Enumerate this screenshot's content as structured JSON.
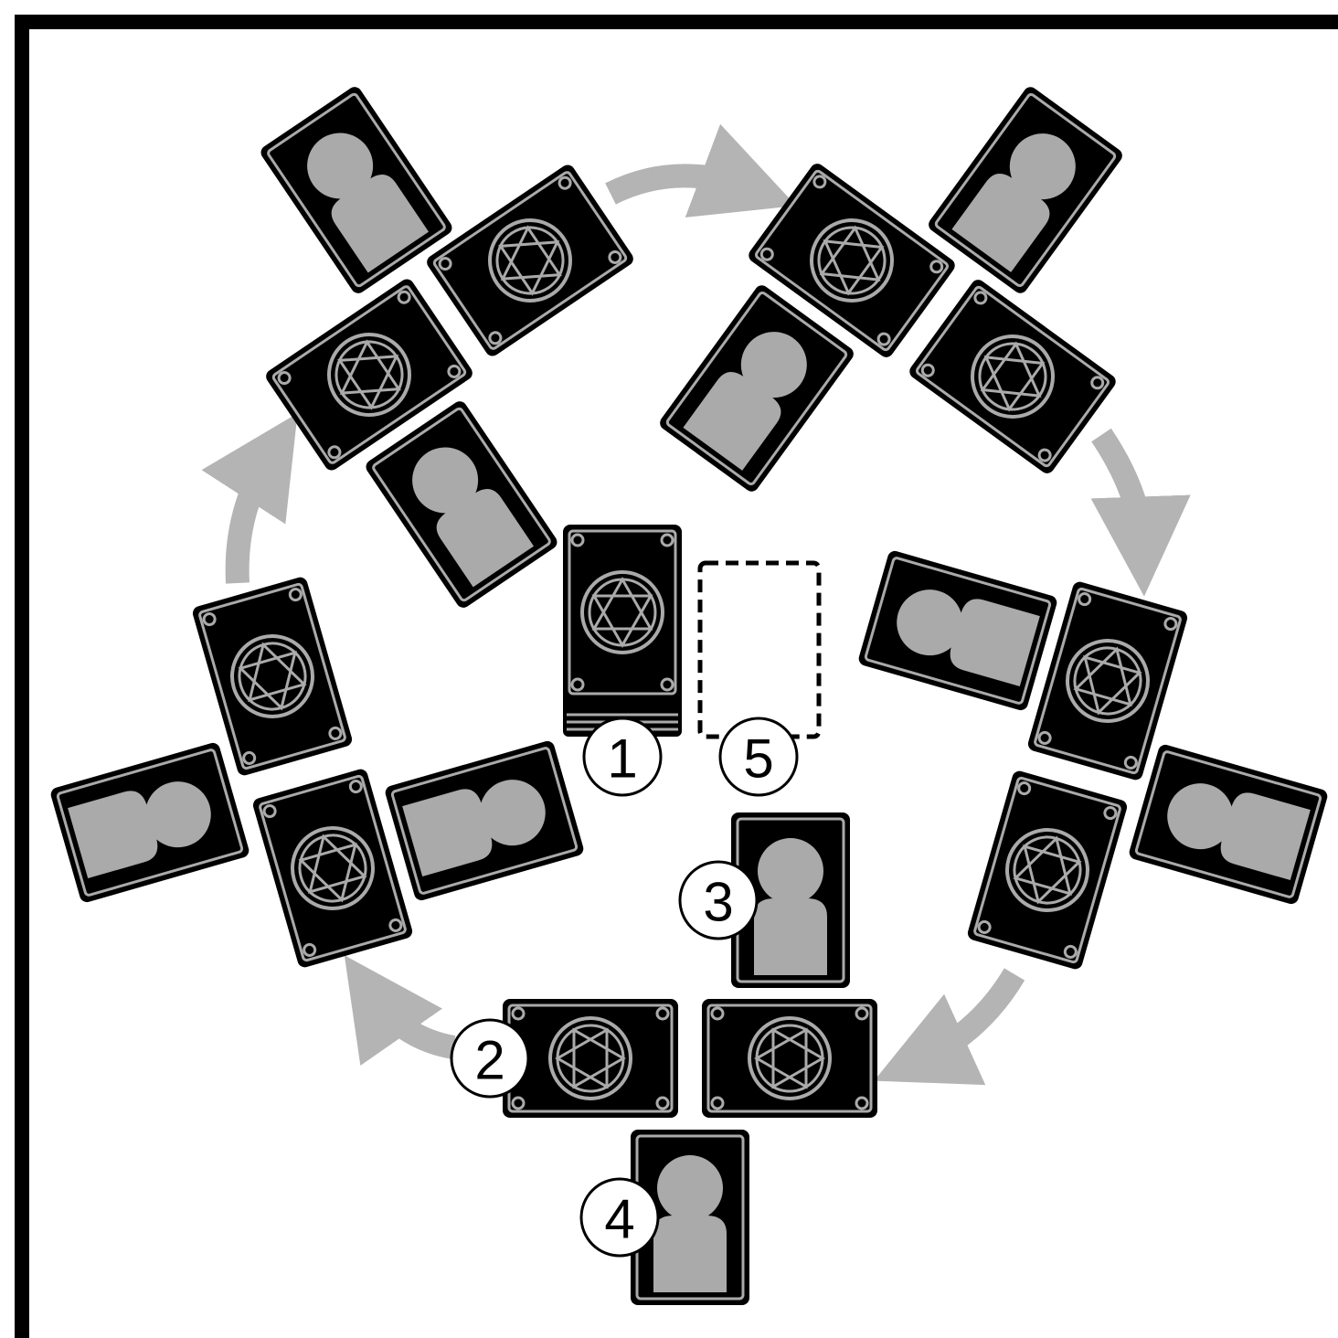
{
  "colors": {
    "background": "#ffffff",
    "frame": "#000000",
    "card_body": "#000000",
    "card_trim": "#aaaaaa",
    "arrow": "#b4b4b4",
    "label_fill": "#ffffff"
  },
  "board": {
    "description_icons": {
      "card_back": "hexagram-card-back-icon",
      "card_face": "person-silhouette-icon",
      "arrow": "clockwise-arrow-icon"
    },
    "labels": {
      "deck": "1",
      "own_hand": "2",
      "open_card_a": "3",
      "open_card_b": "4",
      "discard_slot": "5"
    },
    "player_count": 5,
    "cards_per_player": 4,
    "turn_direction": "clockwise"
  }
}
